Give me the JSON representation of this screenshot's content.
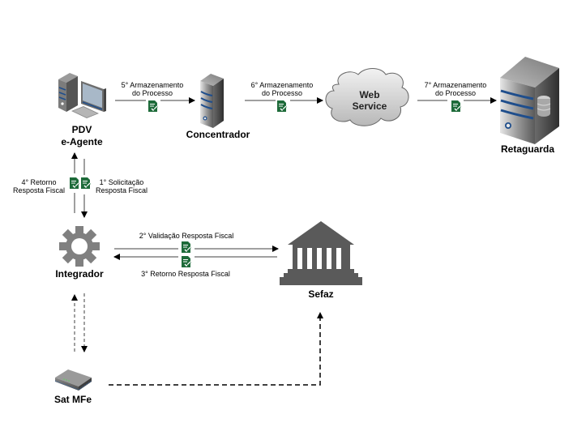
{
  "nodes": {
    "pdv": {
      "line1": "PDV",
      "line2": "e-Agente"
    },
    "concentrador": {
      "label": "Concentrador"
    },
    "webservice": {
      "line1": "Web",
      "line2": "Service"
    },
    "retaguarda": {
      "label": "Retaguarda"
    },
    "integrador": {
      "label": "Integrador"
    },
    "sefaz": {
      "label": "Sefaz"
    },
    "satmfe": {
      "label": "Sat MFe"
    }
  },
  "edges": {
    "step5": {
      "line1": "5° Armazenamento",
      "line2": "do Processo"
    },
    "step6": {
      "line1": "6° Armazenamento",
      "line2": "do Processo"
    },
    "step7": {
      "line1": "7° Armazenamento",
      "line2": "do Processo"
    },
    "step4": {
      "line1": "4° Retorno",
      "line2": "Resposta Fiscal"
    },
    "step1": {
      "line1": "1° Solicitação",
      "line2": "Resposta Fiscal"
    },
    "step2": {
      "label": "2° Validação Resposta Fiscal"
    },
    "step3": {
      "label": "3° Retorno Resposta Fiscal"
    }
  },
  "colors": {
    "doc_icon": "#1e6b3a",
    "arrow": "#808080",
    "arrow_head": "#000000",
    "server_stripe": "#1f4e8c",
    "icon_gray": "#666666"
  }
}
